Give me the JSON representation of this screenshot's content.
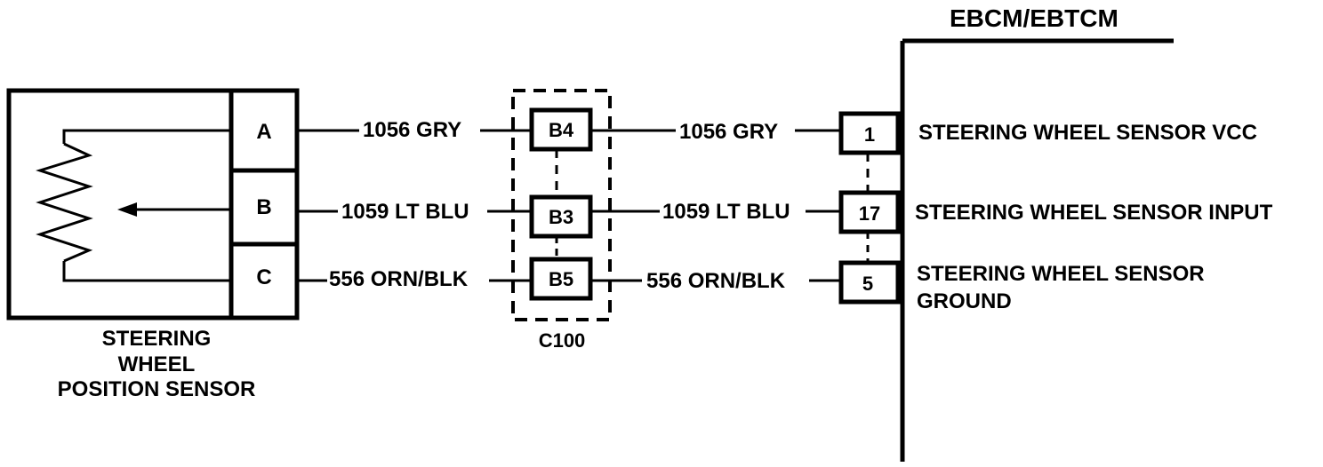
{
  "module": {
    "title": "EBCM/EBTCM"
  },
  "sensor": {
    "name_lines": [
      "STEERING",
      "WHEEL",
      "POSITION SENSOR"
    ],
    "pins": [
      "A",
      "B",
      "C"
    ]
  },
  "connector": {
    "name": "C100",
    "cavities": [
      "B4",
      "B3",
      "B5"
    ]
  },
  "wires": [
    {
      "circuit": "1056 GRY"
    },
    {
      "circuit": "1059 LT BLU"
    },
    {
      "circuit": "556 ORN/BLK"
    }
  ],
  "module_pins": [
    {
      "pin": "1",
      "function_lines": [
        "STEERING WHEEL SENSOR VCC"
      ]
    },
    {
      "pin": "17",
      "function_lines": [
        "STEERING WHEEL SENSOR INPUT"
      ]
    },
    {
      "pin": "5",
      "function_lines": [
        "STEERING WHEEL SENSOR",
        "GROUND"
      ]
    }
  ]
}
